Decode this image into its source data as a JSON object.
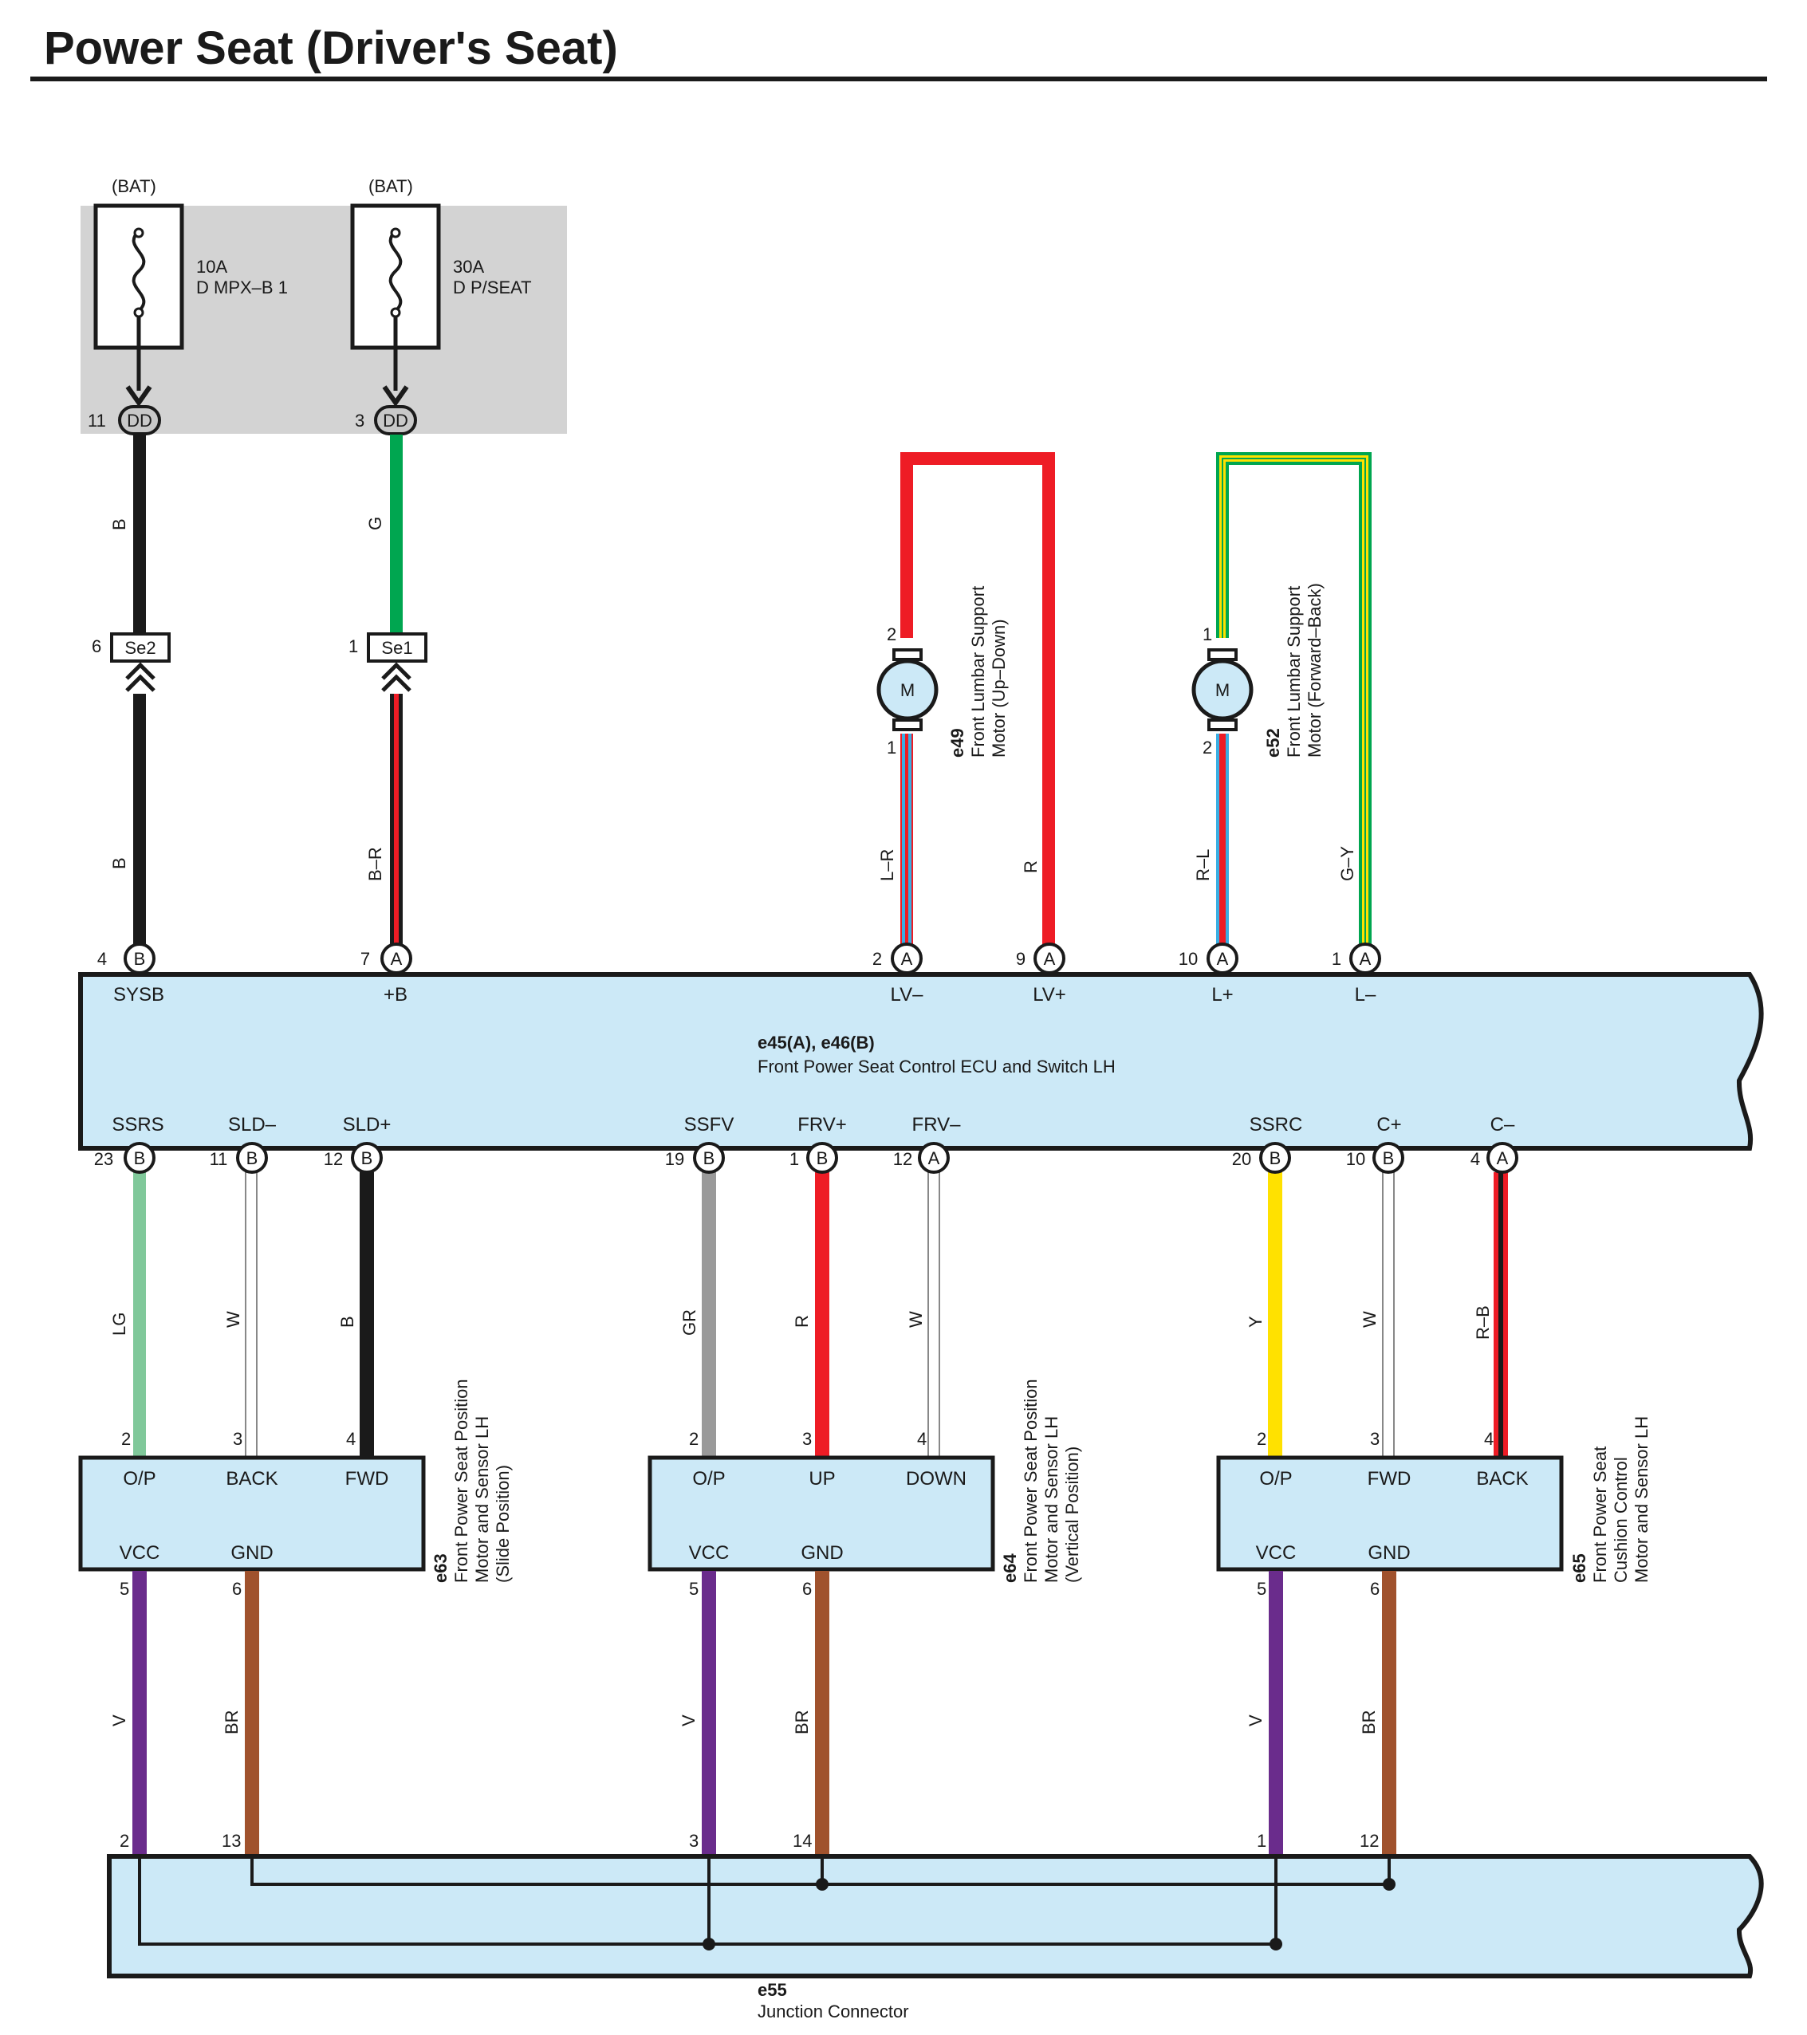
{
  "title": "Power Seat (Driver's Seat)",
  "colors": {
    "B": "#1a1a1a",
    "G": "#00a650",
    "R": "#ee1c25",
    "L": "#3aaee3",
    "W": "#ffffff",
    "GR": "#9a9a9a",
    "LG": "#80c89a",
    "Y": "#ffe100",
    "V": "#6a2c8c",
    "BR": "#a0522d",
    "ecu": "#cce9f7",
    "fusebox": "#d3d3d3"
  },
  "fuses": [
    {
      "supply": "(BAT)",
      "rating": "10A",
      "name": "D MPX–B 1",
      "pin": "11",
      "connector": "DD"
    },
    {
      "supply": "(BAT)",
      "rating": "30A",
      "name": "D P/SEAT",
      "pin": "3",
      "connector": "DD"
    }
  ],
  "splices": [
    {
      "pin": "6",
      "name": "Se2"
    },
    {
      "pin": "1",
      "name": "Se1"
    }
  ],
  "motors": [
    {
      "symbol": "M",
      "code": "e49",
      "desc1": "Front Lumbar Support",
      "desc2": "Motor (Up–Down)",
      "pin_top": "2",
      "pin_bottom": "1"
    },
    {
      "symbol": "M",
      "code": "e52",
      "desc1": "Front Lumbar Support",
      "desc2": "Motor (Forward–Back)",
      "pin_top": "1",
      "pin_bottom": "2"
    }
  ],
  "ecu": {
    "code": "e45(A), e46(B)",
    "name": "Front Power Seat Control ECU and Switch LH",
    "top_pins": [
      {
        "pin": "4",
        "conn": "B",
        "signal": "SYSB",
        "wire": "B"
      },
      {
        "pin": "7",
        "conn": "A",
        "signal": "+B",
        "wire": "B–R"
      },
      {
        "pin": "2",
        "conn": "A",
        "signal": "LV–",
        "wire": "L–R"
      },
      {
        "pin": "9",
        "conn": "A",
        "signal": "LV+",
        "wire": "R"
      },
      {
        "pin": "10",
        "conn": "A",
        "signal": "L+",
        "wire": "R–L"
      },
      {
        "pin": "1",
        "conn": "A",
        "signal": "L–",
        "wire": "G–Y"
      }
    ],
    "upper_wires": [
      "B",
      "G"
    ],
    "bottom_pins": [
      {
        "pin": "23",
        "conn": "B",
        "signal": "SSRS",
        "wire": "LG"
      },
      {
        "pin": "11",
        "conn": "B",
        "signal": "SLD–",
        "wire": "W"
      },
      {
        "pin": "12",
        "conn": "B",
        "signal": "SLD+",
        "wire": "B"
      },
      {
        "pin": "19",
        "conn": "B",
        "signal": "SSFV",
        "wire": "GR"
      },
      {
        "pin": "1",
        "conn": "B",
        "signal": "FRV+",
        "wire": "R"
      },
      {
        "pin": "12",
        "conn": "A",
        "signal": "FRV–",
        "wire": "W"
      },
      {
        "pin": "20",
        "conn": "B",
        "signal": "SSRC",
        "wire": "Y"
      },
      {
        "pin": "10",
        "conn": "B",
        "signal": "C+",
        "wire": "W"
      },
      {
        "pin": "4",
        "conn": "A",
        "signal": "C–",
        "wire": "R–B"
      }
    ]
  },
  "sensors": [
    {
      "code": "e63",
      "desc": [
        "Front Power Seat Position",
        "Motor and Sensor LH",
        "(Slide Position)"
      ],
      "top": [
        {
          "pin": "2",
          "signal": "O/P"
        },
        {
          "pin": "3",
          "signal": "BACK"
        },
        {
          "pin": "4",
          "signal": "FWD"
        }
      ],
      "bottom": [
        {
          "pin": "5",
          "signal": "VCC",
          "wire": "V"
        },
        {
          "pin": "6",
          "signal": "GND",
          "wire": "BR"
        }
      ]
    },
    {
      "code": "e64",
      "desc": [
        "Front Power Seat Position",
        "Motor and Sensor LH",
        "(Vertical Position)"
      ],
      "top": [
        {
          "pin": "2",
          "signal": "O/P"
        },
        {
          "pin": "3",
          "signal": "UP"
        },
        {
          "pin": "4",
          "signal": "DOWN"
        }
      ],
      "bottom": [
        {
          "pin": "5",
          "signal": "VCC",
          "wire": "V"
        },
        {
          "pin": "6",
          "signal": "GND",
          "wire": "BR"
        }
      ]
    },
    {
      "code": "e65",
      "desc": [
        "Front Power Seat",
        "Cushion Control",
        "Motor and Sensor LH"
      ],
      "top": [
        {
          "pin": "2",
          "signal": "O/P"
        },
        {
          "pin": "3",
          "signal": "FWD"
        },
        {
          "pin": "4",
          "signal": "BACK"
        }
      ],
      "bottom": [
        {
          "pin": "5",
          "signal": "VCC",
          "wire": "V"
        },
        {
          "pin": "6",
          "signal": "GND",
          "wire": "BR"
        }
      ]
    }
  ],
  "junction": {
    "code": "e55",
    "name": "Junction Connector",
    "pins": [
      "2",
      "13",
      "3",
      "14",
      "1",
      "12"
    ]
  }
}
